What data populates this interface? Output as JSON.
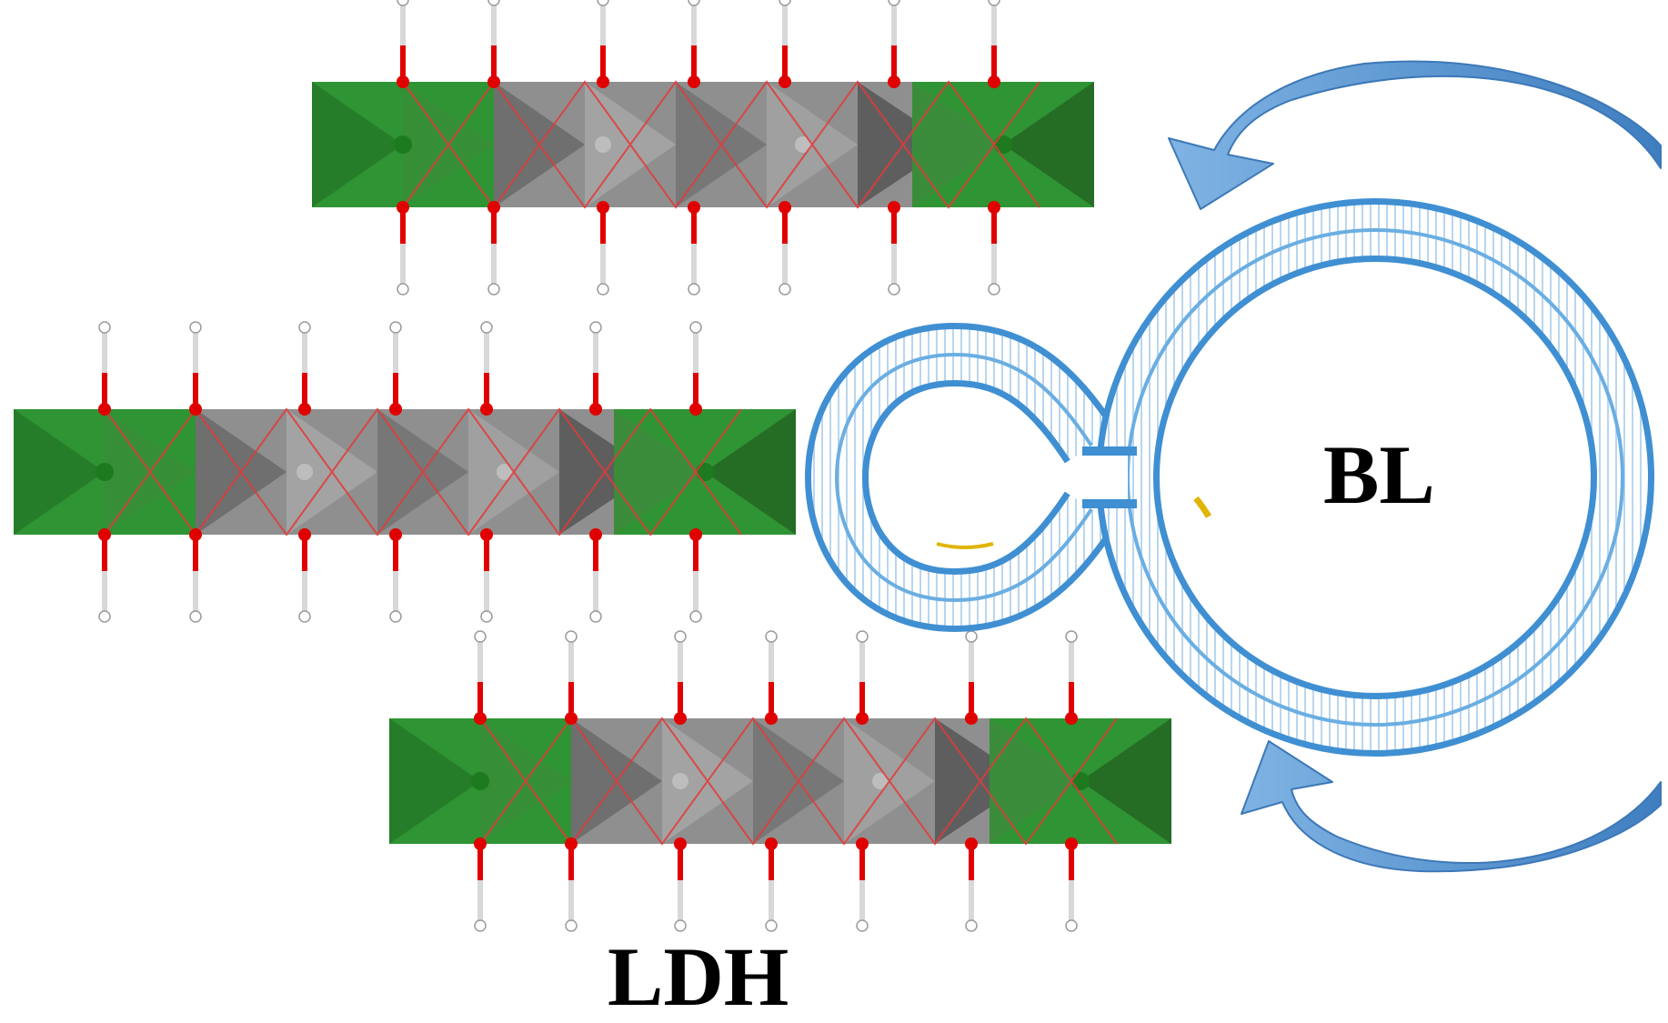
{
  "labels": {
    "ldh": "LDH",
    "bl": "BL"
  },
  "icons": {
    "layer": "ldh-layer-icon",
    "vesicle": "bilayer-vesicle-icon",
    "arrow": "curved-arrow-icon"
  },
  "colors": {
    "green_octahedra": "#2f9433",
    "green_dark": "#256c24",
    "grey_octahedra": "#8f8f8f",
    "grey_dark": "#5e5e5e",
    "oxygen": "#e00000",
    "hydrogen": "#ffffff",
    "bilayer_blue": "#3f8fd2",
    "arrow_blue": "#5b9bd5",
    "text": "#000000"
  },
  "diagram": {
    "ldh_layers": 3,
    "hydroxyl_groups_per_side": 7,
    "arrows": 2
  }
}
